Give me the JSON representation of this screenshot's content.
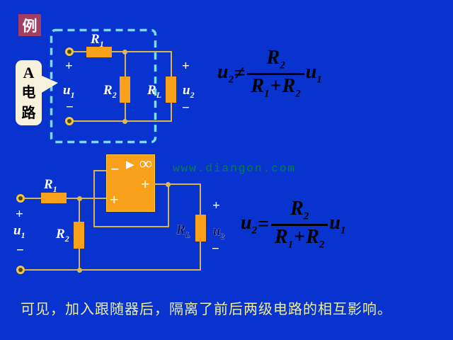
{
  "colors": {
    "background": "#0833CE",
    "circuit_orange": "#F9A11B",
    "wire_gold": "#D6B44E",
    "dashed_cyan": "#79DCEF",
    "badge_maroon": "#A23E60",
    "bubble_cream": "#F7F2DC",
    "watermark_green": "#008040",
    "conclusion_yellow": "#EFEE9E",
    "formula_black": "#000000",
    "dark_label_navy": "#0A1666"
  },
  "badge": {
    "text": "例"
  },
  "bubble": {
    "line1": "A",
    "line2": "电",
    "line3": "路"
  },
  "watermark": {
    "text": "www.diangon.com"
  },
  "conclusion": {
    "text": "可见，加入跟随器后，隔离了前后两级电路的相互影响。"
  },
  "circuit_top": {
    "r1": {
      "base": "R",
      "sub": "1"
    },
    "r2": {
      "base": "R",
      "sub": "2"
    },
    "rl": {
      "base": "R",
      "sub": "L"
    },
    "u1": {
      "base": "u",
      "sub": "1"
    },
    "u2": {
      "base": "u",
      "sub": "2"
    },
    "plus_left": "+",
    "minus_left": "−",
    "plus_right": "+",
    "minus_right": "−"
  },
  "circuit_bottom": {
    "r1": {
      "base": "R",
      "sub": "1"
    },
    "r2": {
      "base": "R",
      "sub": "2"
    },
    "rl": {
      "base": "R",
      "sub": "L"
    },
    "u1": {
      "base": "u",
      "sub": "1"
    },
    "u2": {
      "base": "u",
      "sub": "2"
    },
    "plus_left": "+",
    "minus_left": "−",
    "plus_right": "+",
    "minus_right": "−"
  },
  "opamp": {
    "inv": "−",
    "triangle": "▶",
    "gain": "∞",
    "out_plus": "+",
    "in_plus": "+"
  },
  "formula_top": {
    "lhs": {
      "base": "u",
      "sub": "2"
    },
    "relation": "≠",
    "num": {
      "base": "R",
      "sub": "2"
    },
    "den_a": {
      "base": "R",
      "sub": "1"
    },
    "den_plus": "+",
    "den_b": {
      "base": "R",
      "sub": "2"
    },
    "rhs": {
      "base": "u",
      "sub": "1"
    }
  },
  "formula_bottom": {
    "lhs": {
      "base": "u",
      "sub": "2"
    },
    "relation": "=",
    "num": {
      "base": "R",
      "sub": "2"
    },
    "den_a": {
      "base": "R",
      "sub": "1"
    },
    "den_plus": "+",
    "den_b": {
      "base": "R",
      "sub": "2"
    },
    "rhs": {
      "base": "u",
      "sub": "1"
    }
  }
}
